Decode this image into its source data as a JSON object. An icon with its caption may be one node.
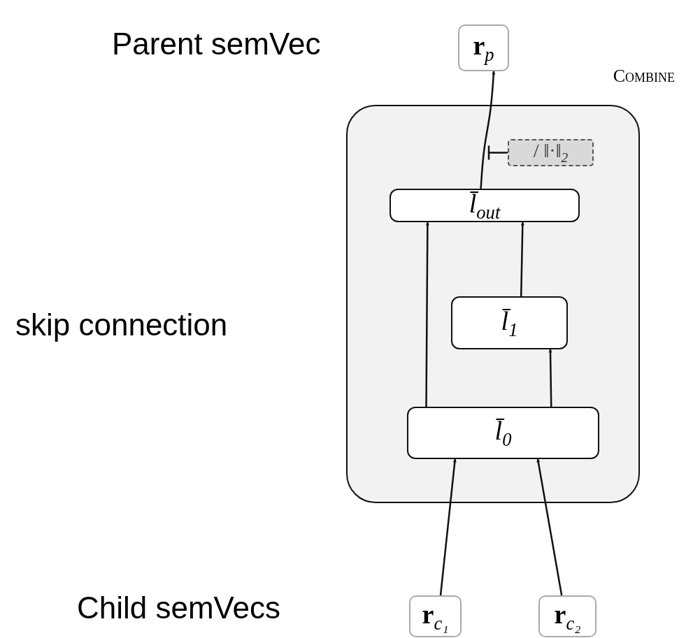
{
  "diagram": {
    "nodes": [
      {
        "text": [
          "Combine"
        ]
      },
      {
        "text": [
          "**r**$_{p}$"
        ]
      },
      {
        "text": [
          "/ ‖·‖$_{2}$"
        ],
        "in": 0
      },
      {
        "text": [
          "l̄$_{out}$"
        ],
        "in": 0
      },
      {
        "text": [
          "l̄$_{1}$"
        ],
        "in": 0
      },
      {
        "text": [
          "l̄$_{0}$"
        ],
        "in": 0
      },
      {
        "text": [
          "**r**$_{c₁}$"
        ]
      },
      {
        "text": [
          "**r**$_{c₂}$"
        ]
      }
    ],
    "edges": [
      {
        "from": 6,
        "to": 5,
        "arrow": "to"
      },
      {
        "from": 7,
        "to": 5,
        "arrow": "to"
      },
      {
        "from": 5,
        "to": 4,
        "arrow": "to"
      },
      {
        "from": 5,
        "to": 3,
        "arrow": "to"
      },
      {
        "from": 4,
        "to": 3,
        "arrow": "to"
      },
      {
        "from": 3,
        "to": 1,
        "arrow": "to"
      },
      {
        "from": 2,
        "to": null,
        "arrow": "none"
      }
    ],
    "labels": [
      "Parent semVec",
      "skip connection",
      "Child semVecs"
    ]
  }
}
